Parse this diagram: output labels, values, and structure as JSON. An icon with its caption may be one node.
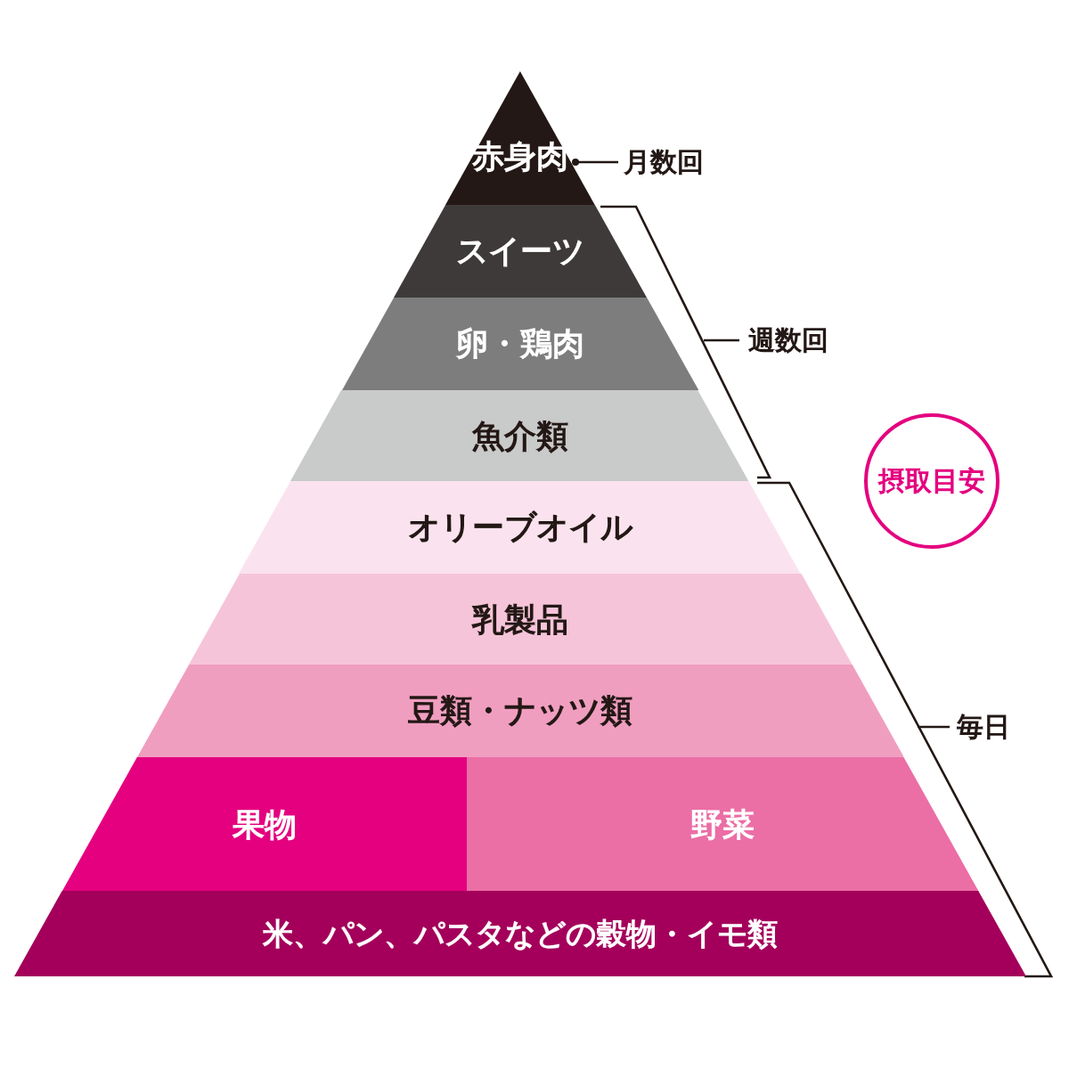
{
  "diagram": {
    "nodes": [
      {
        "text": [
          "赤身肉"
        ]
      },
      {
        "text": [
          "スイーツ"
        ]
      },
      {
        "text": [
          "卵・鶏肉"
        ]
      },
      {
        "text": [
          "魚介類"
        ]
      },
      {
        "text": [
          "オリーブオイル"
        ]
      },
      {
        "text": [
          "乳製品"
        ]
      },
      {
        "text": [
          "豆類・ナッツ類"
        ]
      },
      {
        "text": [
          "果物"
        ]
      },
      {
        "text": [
          "野菜"
        ]
      },
      {
        "text": [
          "米、パン、パスタなどの穀物・イモ類"
        ]
      },
      {
        "text": [
          "摂取目安"
        ]
      },
      {
        "text": [
          "月数回"
        ]
      }
    ],
    "edges": [
      {
        "from": 11,
        "to": 0,
        "arrow": "other"
      }
    ],
    "labels": [
      "週数回",
      "毎日"
    ]
  }
}
